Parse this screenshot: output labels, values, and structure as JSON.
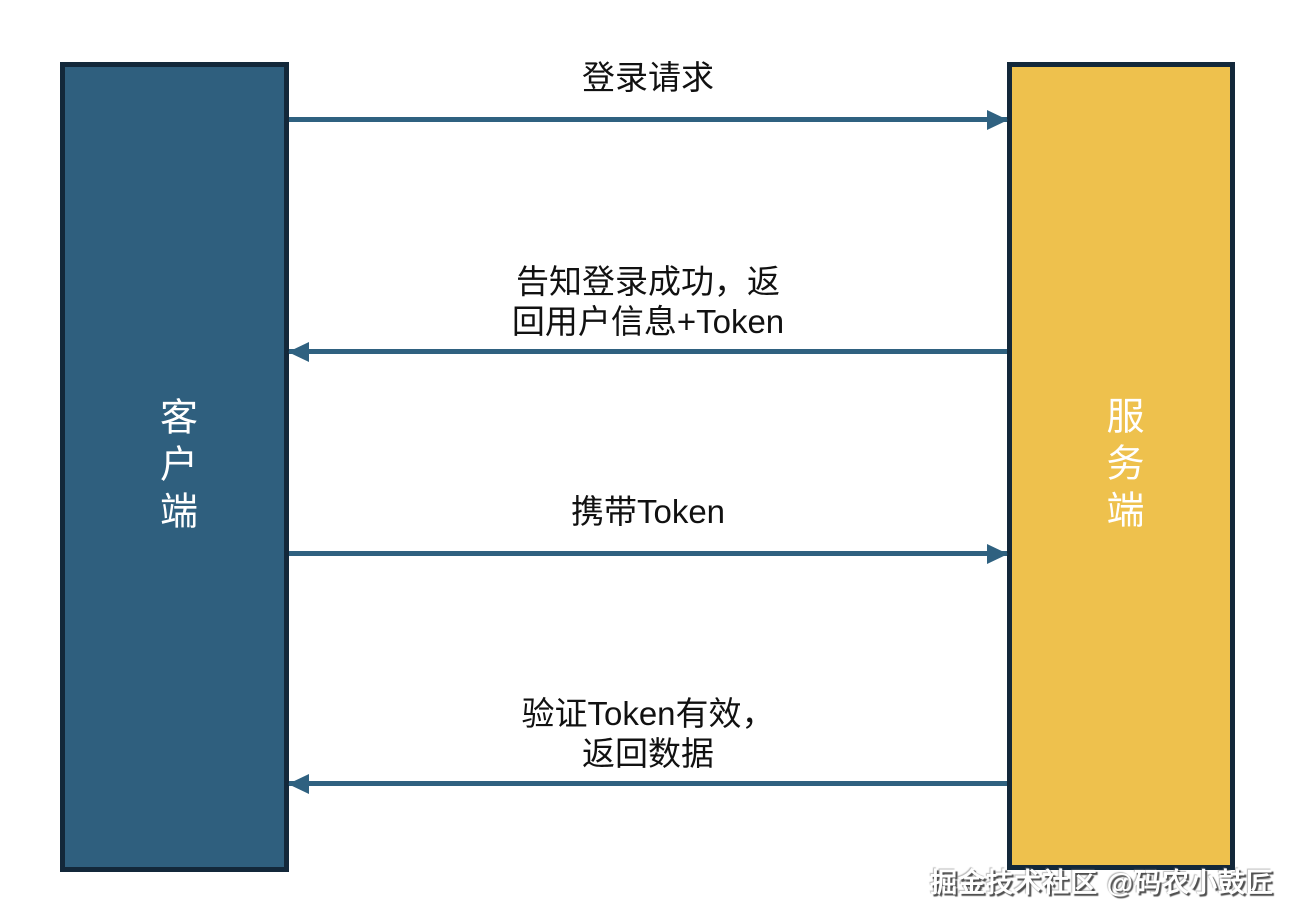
{
  "colors": {
    "background": "#ffffff",
    "client_fill": "#2f5f7e",
    "server_fill": "#eec14d",
    "actor_border": "#13283a",
    "arrow": "#2f6180",
    "message_text": "#111111",
    "actor_text": "#ffffff",
    "watermark_text": "#ffffff"
  },
  "diagram": {
    "type": "sequence-diagram",
    "actors": [
      {
        "id": "client",
        "label": "客户端"
      },
      {
        "id": "server",
        "label": "服务端"
      }
    ],
    "messages": [
      {
        "from": "client",
        "to": "server",
        "direction": "right",
        "lines": [
          "登录请求"
        ]
      },
      {
        "from": "server",
        "to": "client",
        "direction": "left",
        "lines": [
          "告知登录成功，返",
          "回用户信息+Token"
        ]
      },
      {
        "from": "client",
        "to": "server",
        "direction": "right",
        "lines": [
          "携带Token"
        ]
      },
      {
        "from": "server",
        "to": "client",
        "direction": "left",
        "lines": [
          "验证Token有效，",
          "返回数据"
        ]
      }
    ],
    "watermark": "掘金技术社区 @码农小鼓匠"
  }
}
